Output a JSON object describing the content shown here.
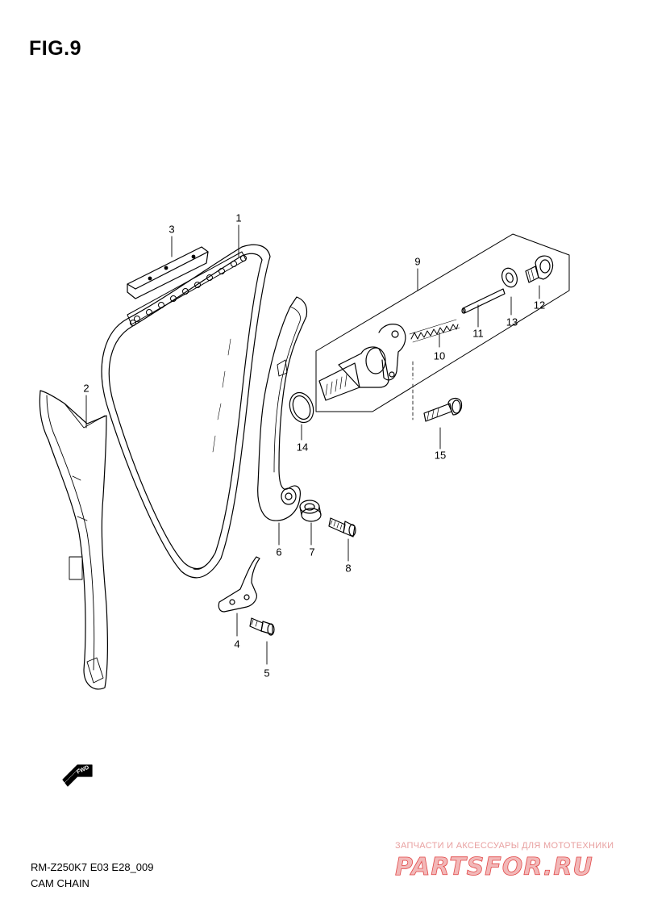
{
  "figure": {
    "title": "FIG.9"
  },
  "callouts": [
    {
      "id": "1",
      "label": "1"
    },
    {
      "id": "2",
      "label": "2"
    },
    {
      "id": "3",
      "label": "3"
    },
    {
      "id": "4",
      "label": "4"
    },
    {
      "id": "5",
      "label": "5"
    },
    {
      "id": "6",
      "label": "6"
    },
    {
      "id": "7",
      "label": "7"
    },
    {
      "id": "8",
      "label": "8"
    },
    {
      "id": "9",
      "label": "9"
    },
    {
      "id": "10",
      "label": "10"
    },
    {
      "id": "11",
      "label": "11"
    },
    {
      "id": "12",
      "label": "12"
    },
    {
      "id": "13",
      "label": "13"
    },
    {
      "id": "14",
      "label": "14"
    },
    {
      "id": "15",
      "label": "15"
    }
  ],
  "direction_marker": {
    "label": "FWD"
  },
  "footer": {
    "code": "RM-Z250K7 E03 E28_009",
    "name": "CAM CHAIN"
  },
  "watermark": {
    "tagline": "ЗАПЧАСТИ И АКСЕССУАРЫ ДЛЯ МОТОТЕХНИКИ",
    "logo_text": "PARTSFOR.RU",
    "color": "#e24a4a"
  }
}
